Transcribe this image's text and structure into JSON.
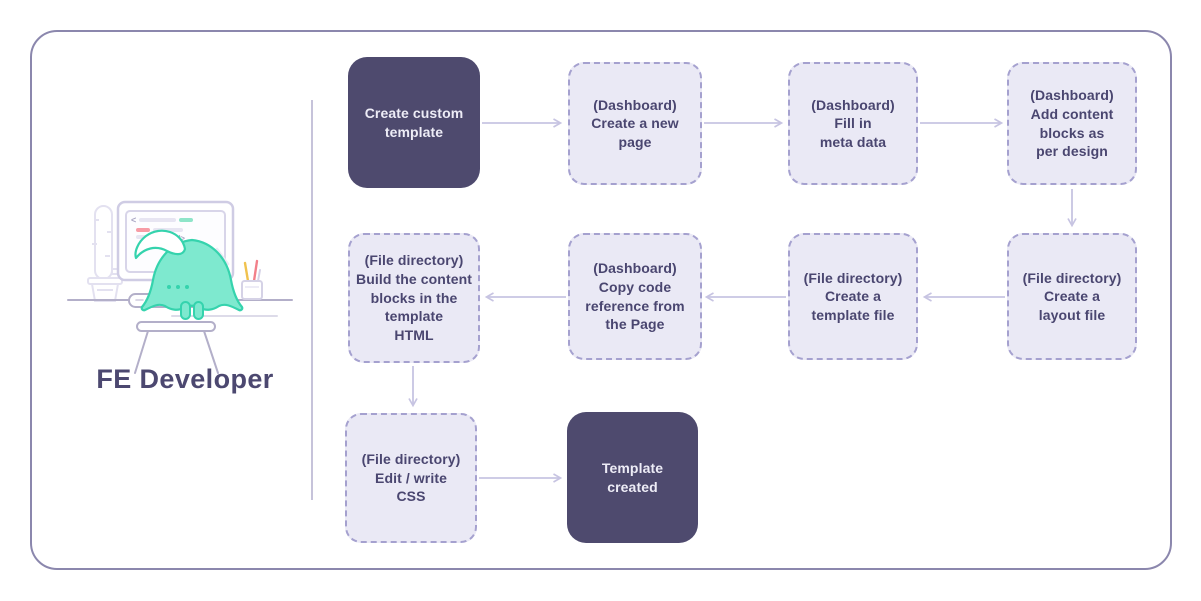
{
  "frame": {
    "border_color": "#8b87ad"
  },
  "palette": {
    "node_solid_bg": "#4e4a6e",
    "node_solid_text": "#edecf6",
    "node_dashed_bg": "#eae9f5",
    "node_dashed_border": "#a5a1cf",
    "node_dashed_text": "#4a4670",
    "arrow": "#c7c4e2",
    "divider": "#c6c3da",
    "mascot": "#7ee9cf",
    "mascot_outline": "#35d3ad"
  },
  "actor": {
    "label": "FE Developer",
    "illustration": "mascot-at-computer-desk",
    "screen_code": {
      "open_tag": "<",
      "close_tag": "/>"
    }
  },
  "flow": {
    "nodes": [
      {
        "id": "create-custom-template",
        "type": "solid",
        "label": "Create custom\ntemplate"
      },
      {
        "id": "create-new-page",
        "type": "dashed",
        "label": "(Dashboard)\nCreate a new\npage"
      },
      {
        "id": "fill-in-meta-data",
        "type": "dashed",
        "label": "(Dashboard)\nFill in\nmeta data"
      },
      {
        "id": "add-content-blocks",
        "type": "dashed",
        "label": "(Dashboard)\nAdd content\nblocks as\nper design"
      },
      {
        "id": "create-layout-file",
        "type": "dashed",
        "label": "(File directory)\nCreate a\nlayout file"
      },
      {
        "id": "create-template-file",
        "type": "dashed",
        "label": "(File directory)\nCreate a\ntemplate file"
      },
      {
        "id": "copy-code-reference",
        "type": "dashed",
        "label": "(Dashboard)\nCopy code\nreference from\nthe Page"
      },
      {
        "id": "build-content-blocks",
        "type": "dashed",
        "label": "(File directory)\nBuild the content\nblocks in the\ntemplate\nHTML"
      },
      {
        "id": "edit-write-css",
        "type": "dashed",
        "label": "(File directory)\nEdit / write\nCSS"
      },
      {
        "id": "template-created",
        "type": "solid",
        "label": "Template\ncreated"
      }
    ],
    "edges": [
      {
        "from": "create-custom-template",
        "to": "create-new-page"
      },
      {
        "from": "create-new-page",
        "to": "fill-in-meta-data"
      },
      {
        "from": "fill-in-meta-data",
        "to": "add-content-blocks"
      },
      {
        "from": "add-content-blocks",
        "to": "create-layout-file"
      },
      {
        "from": "create-layout-file",
        "to": "create-template-file"
      },
      {
        "from": "create-template-file",
        "to": "copy-code-reference"
      },
      {
        "from": "copy-code-reference",
        "to": "build-content-blocks"
      },
      {
        "from": "build-content-blocks",
        "to": "edit-write-css"
      },
      {
        "from": "edit-write-css",
        "to": "template-created"
      }
    ]
  }
}
